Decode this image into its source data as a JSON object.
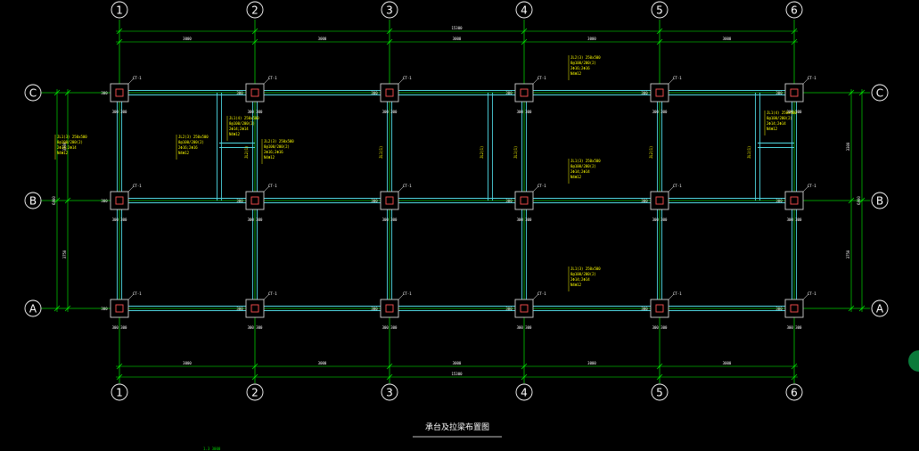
{
  "title": "承台及拉梁布置图",
  "axes_columns": [
    "1",
    "2",
    "3",
    "4",
    "5",
    "6"
  ],
  "axes_rows": [
    "C",
    "B",
    "A"
  ],
  "dims": {
    "total": "15300",
    "bay": "3000",
    "span_cb": "3300",
    "span_ba": "3750",
    "total_rows": "6900",
    "pad_dim": "300"
  },
  "pile_cap_label": "CT-1",
  "beam_labels": {
    "jl1": "JL1(1)",
    "jl2": "JL2(1)"
  },
  "beam_notes": [
    {
      "lines": [
        "JL1(3) 250x500",
        "8@100/200(2)",
        "2Φ14;2Φ14",
        "N4Φ12"
      ]
    },
    {
      "lines": [
        "JL2(3) 250x500",
        "8@100/200(2)",
        "2Φ16;2Φ16",
        "N4Φ12"
      ]
    },
    {
      "lines": [
        "JL1(4) 250x500",
        "8@100/200(2)",
        "2Φ14;2Φ14",
        "N4Φ12"
      ]
    },
    {
      "lines": [
        "JL2(3) 250x500",
        "8@100/200(2)",
        "2Φ16;2Φ16",
        "N4Φ12"
      ]
    },
    {
      "lines": [
        "JL2(3) 250x500",
        "8@100/200(2)",
        "2Φ16;2Φ16",
        "N4Φ12"
      ]
    },
    {
      "lines": [
        "JL1(3) 250x500",
        "8@100/200(2)",
        "2Φ14;2Φ14",
        "N4Φ12"
      ]
    },
    {
      "lines": [
        "JL1(3) 250x500",
        "8@100/200(2)",
        "2Φ14;2Φ14",
        "N4Φ12"
      ]
    },
    {
      "lines": [
        "JL1(4) 250x500",
        "8@100/200(2)",
        "2Φ14;2Φ14",
        "N4Φ12"
      ]
    }
  ],
  "bottom_note": "1.3  3000",
  "colors": {
    "axis": "#00cc00",
    "beam": "#4fd6e0",
    "pad": "#cfcfcf",
    "column": "#ff5050",
    "dim": "#00ff00",
    "text": "#ffffff",
    "note": "#ffff00",
    "background": "#000000"
  }
}
